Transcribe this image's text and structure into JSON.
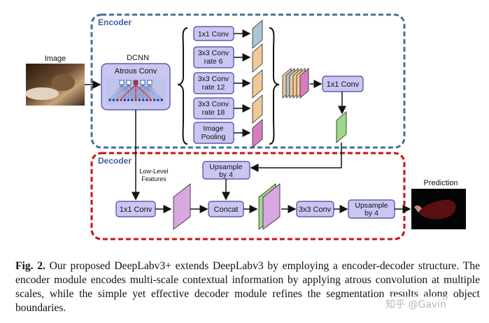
{
  "figure": {
    "encoder_label": "Encoder",
    "decoder_label": "Decoder",
    "image_label": "Image",
    "dcnn_label": "DCNN",
    "atrous_label": "Atrous Conv",
    "branches": [
      {
        "line1": "1x1 Conv",
        "line2": ""
      },
      {
        "line1": "3x3 Conv",
        "line2": "rate 6"
      },
      {
        "line1": "3x3 Conv",
        "line2": "rate 12"
      },
      {
        "line1": "3x3 Conv",
        "line2": "rate 18"
      },
      {
        "line1": "Image",
        "line2": "Pooling"
      }
    ],
    "enc_conv": "1x1 Conv",
    "upsample_top": {
      "line1": "Upsample",
      "line2": "by 4"
    },
    "low_level": {
      "line1": "Low-Level",
      "line2": "Features"
    },
    "dec_conv1": "1x1 Conv",
    "concat": "Concat",
    "dec_conv3": "3x3 Conv",
    "upsample_bottom": {
      "line1": "Upsample",
      "line2": "by 4"
    },
    "prediction_label": "Prediction",
    "colors": {
      "encoder_border": "#4a6fa0",
      "decoder_border": "#cc1111",
      "box_fill": "#c9c6f2",
      "box_stroke": "#4444a0",
      "blue_block": "#a9c6d9",
      "orange_block": "#f0c89a",
      "pink_block": "#d87dc0",
      "green_block": "#9ed889",
      "purple_block": "#d9a8e0"
    }
  },
  "caption": {
    "label": "Fig. 2.",
    "text": "Our proposed DeepLabv3+ extends DeepLabv3 by employing a encoder-decoder structure. The encoder module encodes multi-scale contextual information by applying atrous convolution at multiple scales, while the simple yet effective decoder module refines the segmentation results along object boundaries."
  },
  "watermark": "知乎 @Gavin"
}
